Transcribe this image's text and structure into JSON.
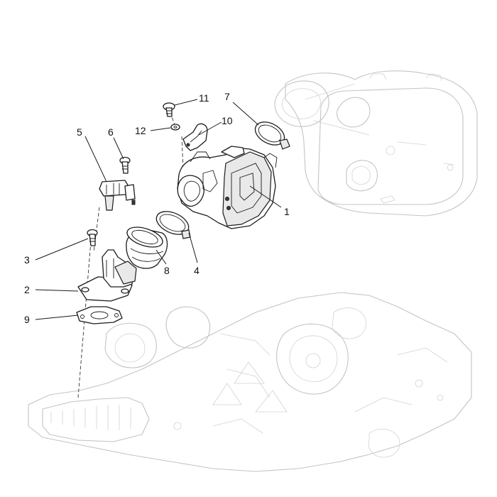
{
  "diagram": {
    "callouts": [
      {
        "id": "1",
        "label": "1"
      },
      {
        "id": "2",
        "label": "2"
      },
      {
        "id": "3",
        "label": "3"
      },
      {
        "id": "4",
        "label": "4"
      },
      {
        "id": "5",
        "label": "5"
      },
      {
        "id": "6",
        "label": "6"
      },
      {
        "id": "7",
        "label": "7"
      },
      {
        "id": "8",
        "label": "8"
      },
      {
        "id": "9",
        "label": "9"
      },
      {
        "id": "10",
        "label": "10"
      },
      {
        "id": "11",
        "label": "11"
      },
      {
        "id": "12",
        "label": "12"
      }
    ],
    "colors": {
      "line": "#1c1c1c",
      "ghost": "#c4c4c4",
      "background": "#ffffff"
    }
  }
}
